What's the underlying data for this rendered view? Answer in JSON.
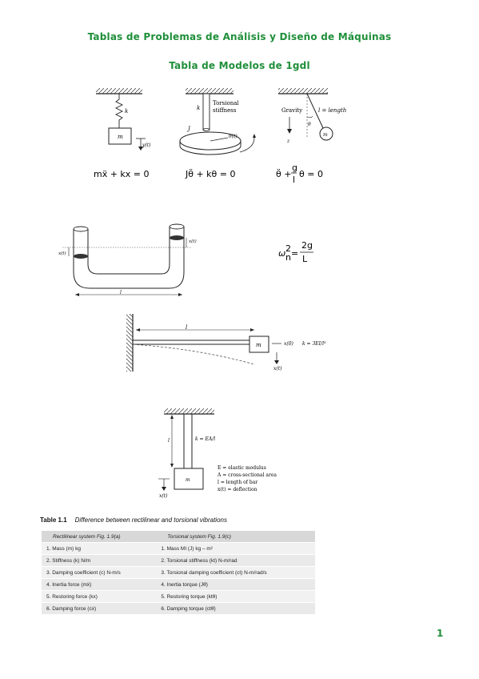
{
  "header": {
    "title": "Tablas de Problemas de Análisis y Diseño de Máquinas",
    "subtitle": "Tabla de Modelos de 1gdl"
  },
  "figures": {
    "spring_mass": {
      "k": "k",
      "m": "m",
      "y": "y(t)"
    },
    "torsional": {
      "k": "k",
      "label1": "Torsional",
      "label2": "stiffness",
      "J": "J",
      "theta": "θ(t)"
    },
    "pendulum": {
      "gravity": "Gravity",
      "z": "z",
      "length": "l = length",
      "theta": "θ",
      "m": "m"
    },
    "utube": {
      "x_top": "x(t)",
      "x_left": "x(t)",
      "l": "l"
    },
    "cantilever": {
      "l": "l",
      "m": "m",
      "x0": "x(0)",
      "k": "k = 3EI/l³",
      "xt": "x(t)"
    },
    "axial_bar": {
      "l": "l",
      "k": "k = EA/l",
      "m": "m",
      "xt": "x(t)",
      "legend": [
        "E = elastic modulus",
        "A = cross-sectional area",
        "l = length of bar",
        "x(t) = deflection"
      ]
    }
  },
  "equations": {
    "e1": "mẍ + kx = 0",
    "e2": "Jθ̈ + kθ = 0",
    "e3_a": "θ̈ +",
    "e3_num": "g",
    "e3_den": "l",
    "e3_b": "θ = 0",
    "e4_lhs": "ω",
    "e4_sup": "2",
    "e4_sub": "n",
    "e4_eq": "=",
    "e4_num": "2g",
    "e4_den": "L"
  },
  "table": {
    "number": "Table 1.1",
    "caption": "Difference between rectilinear and torsional vibrations",
    "headers": [
      "Rectilinear system Fig. 1.9(a)",
      "Torsional system Fig. 1.9(c)"
    ],
    "rows": [
      [
        "1.  Mass (m) kg",
        "1.  Mass MI (J) kg – m²"
      ],
      [
        "2.  Stiffness (k) N/m",
        "2.  Torsional stiffness (kt) N-m/rad"
      ],
      [
        "3.  Damping coefficient (c) N-m/s",
        "3.  Torsional damping coefficient (ct) N-m/rad/s"
      ],
      [
        "4.  Inertia force (mẍ)",
        "4.  Inertia torque (Jθ̈)"
      ],
      [
        "5.  Restoring force (kx)",
        "5.  Restoring torque (ktθ)"
      ],
      [
        "6.  Damping force (cẋ)",
        "6.  Damping torque (ctθ̇)"
      ]
    ]
  },
  "page": {
    "number": "1"
  }
}
